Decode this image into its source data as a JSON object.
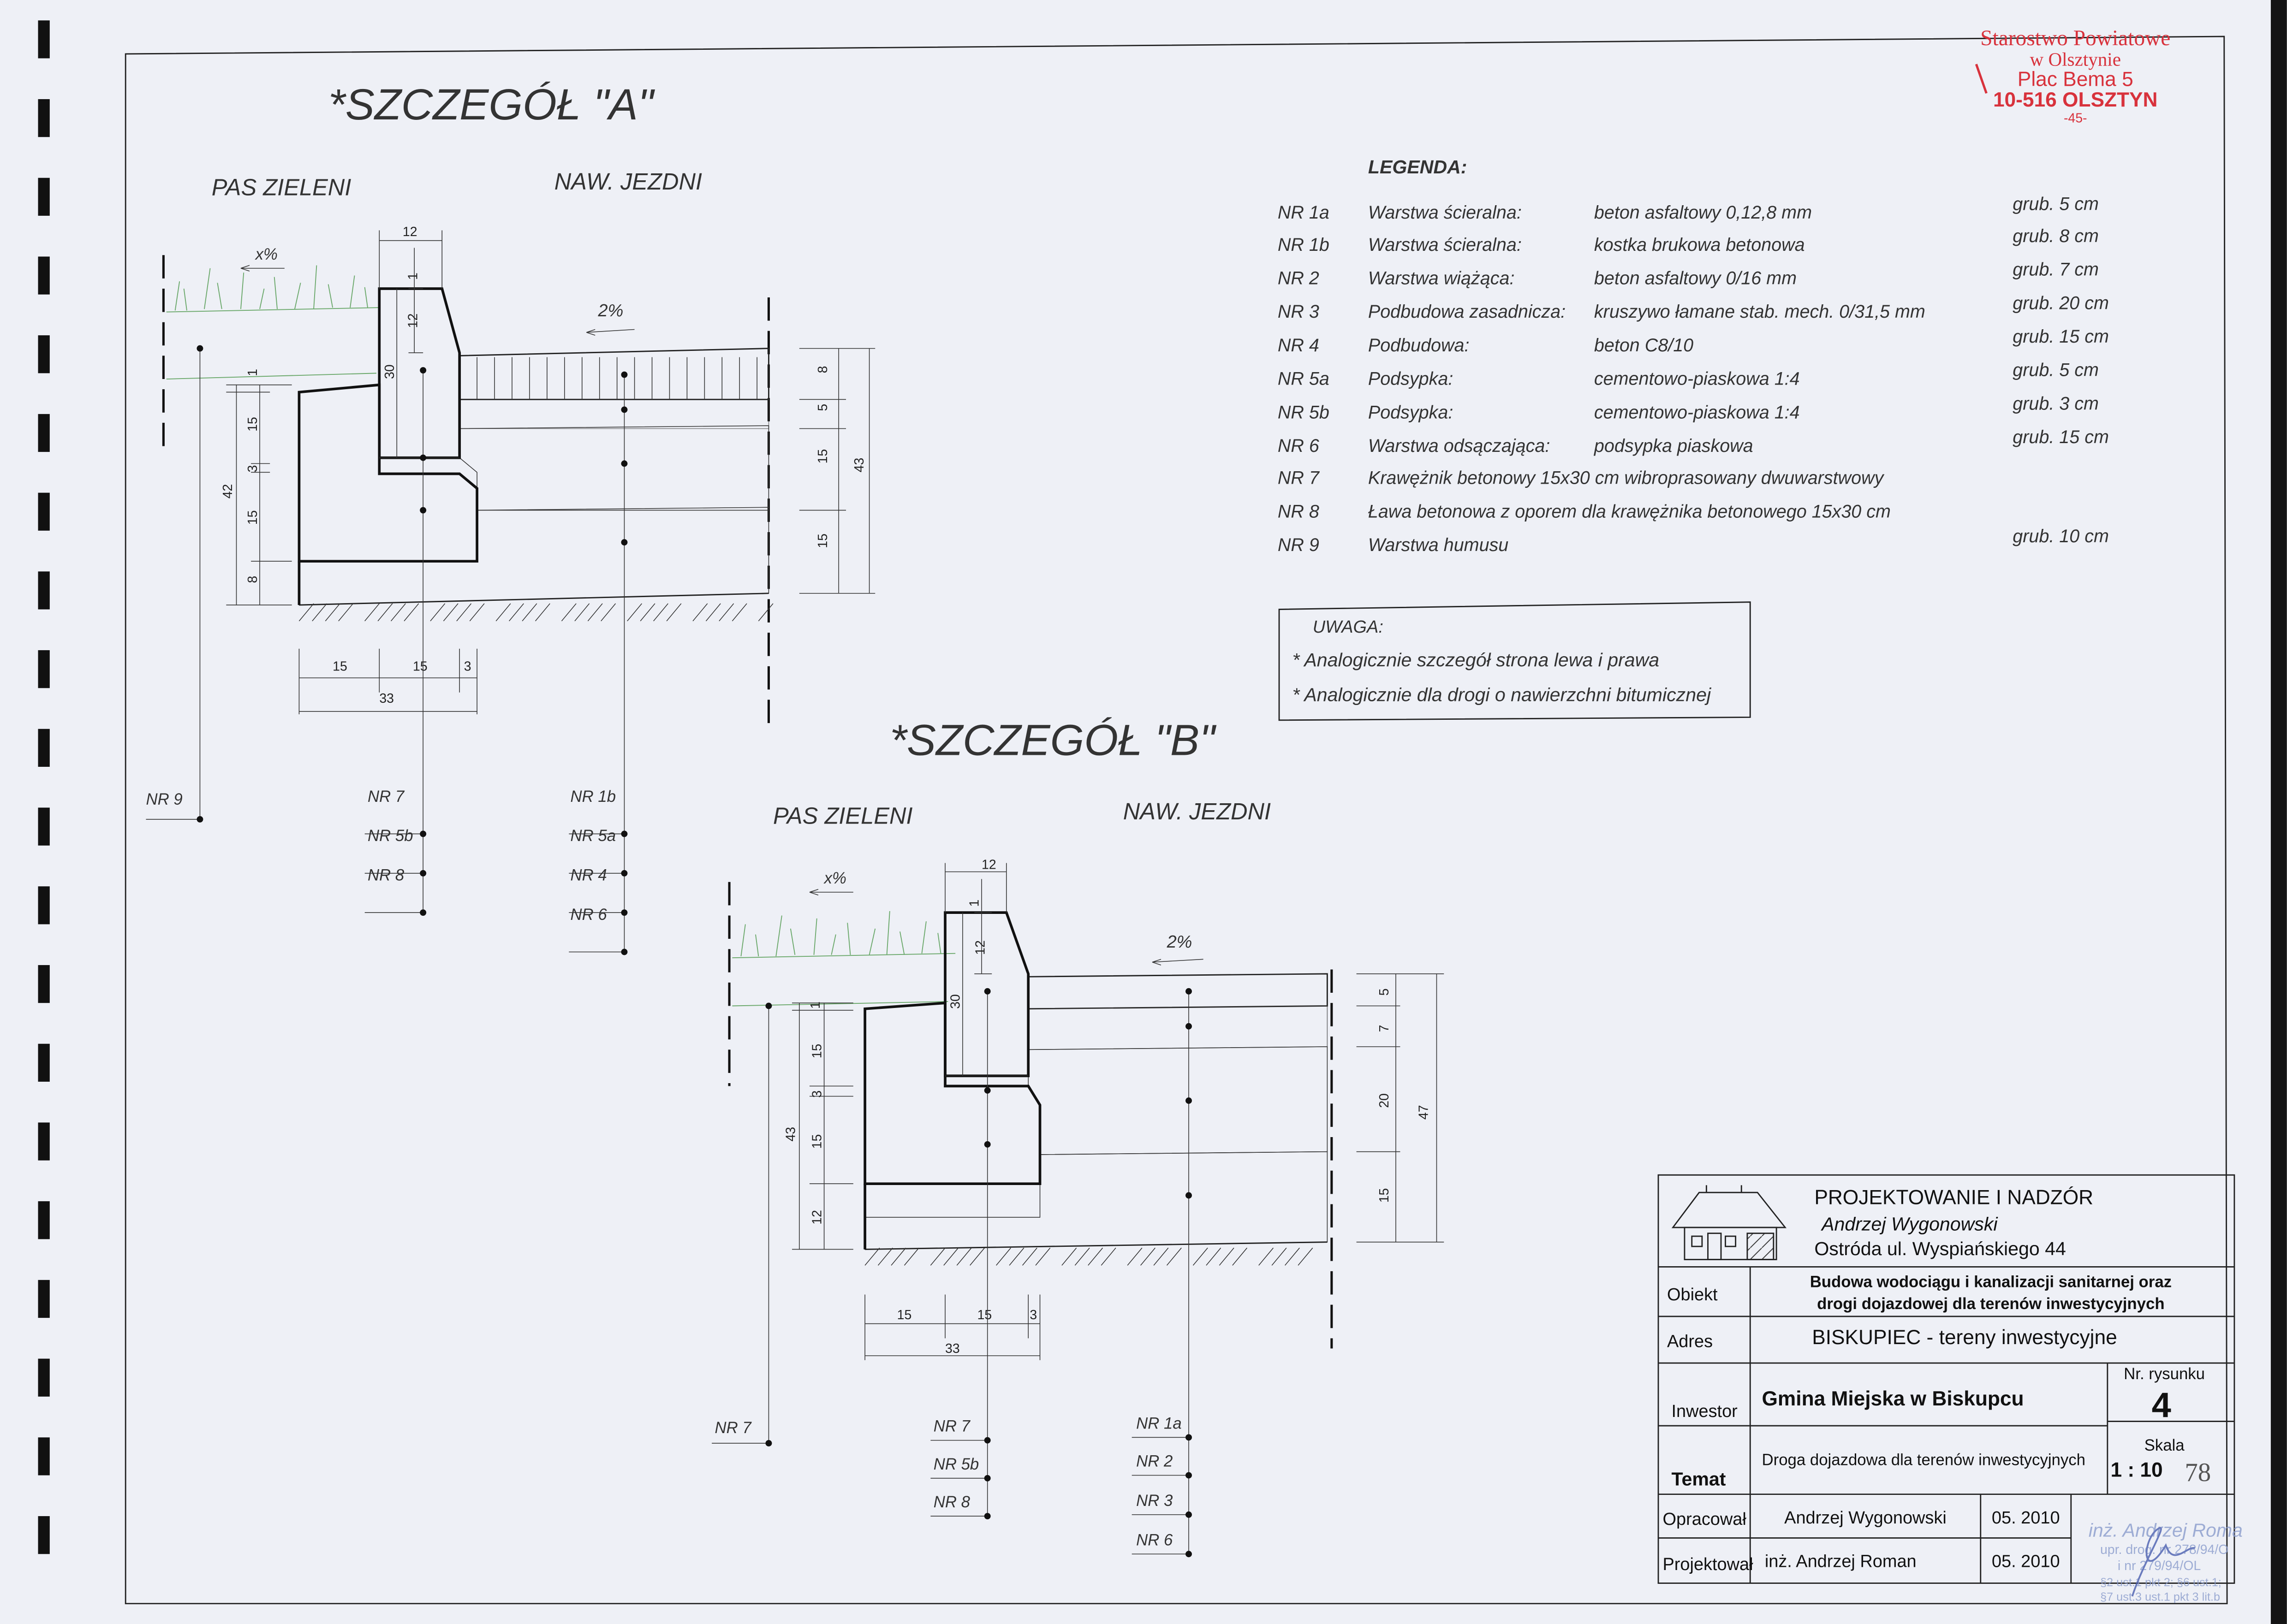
{
  "stamp": {
    "line1": "Starostwo Powiatowe",
    "line2": "w Olsztynie",
    "line3": "Plac Bema 5",
    "line4": "10-516 OLSZTYN",
    "line5": "-45-",
    "color": "#d8323c"
  },
  "detail_a": {
    "title": "*SZCZEGÓŁ \"A\"",
    "left_label": "PAS ZIELENI",
    "right_label": "NAW. JEZDNI",
    "slope_green": "x%",
    "slope_road": "2%",
    "dims": [
      "12",
      "1",
      "12",
      "30",
      "1",
      "15",
      "3",
      "42",
      "15",
      "8",
      "8",
      "5",
      "15",
      "43",
      "15",
      "15",
      "15",
      "3",
      "33"
    ],
    "callout_left": "NR 9",
    "callouts_curb": [
      "NR 7",
      "NR 5b",
      "NR 8"
    ],
    "callouts_road": [
      "NR 1b",
      "NR 5a",
      "NR 4",
      "NR 6"
    ]
  },
  "detail_b": {
    "title": "*SZCZEGÓŁ \"B\"",
    "left_label": "PAS ZIELENI",
    "right_label": "NAW. JEZDNI",
    "slope_green": "x%",
    "slope_road": "2%",
    "dims": [
      "12",
      "1",
      "12",
      "30",
      "1",
      "15",
      "3",
      "43",
      "15",
      "12",
      "5",
      "7",
      "20",
      "47",
      "15",
      "15",
      "15",
      "3",
      "33"
    ],
    "callout_left": "NR 7",
    "callouts_curb": [
      "NR 7",
      "NR 5b",
      "NR 8"
    ],
    "callouts_road": [
      "NR 1a",
      "NR 2",
      "NR 3",
      "NR 6"
    ]
  },
  "legend": {
    "title": "LEGENDA:",
    "rows": [
      {
        "nr": "NR 1a",
        "name": "Warstwa ścieralna:",
        "material": "beton asfaltowy 0,12,8 mm",
        "thickness": "grub. 5 cm"
      },
      {
        "nr": "NR 1b",
        "name": "Warstwa ścieralna:",
        "material": "kostka brukowa betonowa",
        "thickness": "grub. 8 cm"
      },
      {
        "nr": "NR 2",
        "name": "Warstwa wiążąca:",
        "material": "beton asfaltowy 0/16 mm",
        "thickness": "grub. 7 cm"
      },
      {
        "nr": "NR 3",
        "name": "Podbudowa zasadnicza:",
        "material": "kruszywo łamane stab. mech. 0/31,5 mm",
        "thickness": "grub. 20 cm"
      },
      {
        "nr": "NR 4",
        "name": "Podbudowa:",
        "material": "beton C8/10",
        "thickness": "grub. 15 cm"
      },
      {
        "nr": "NR 5a",
        "name": "Podsypka:",
        "material": "cementowo-piaskowa 1:4",
        "thickness": "grub. 5 cm"
      },
      {
        "nr": "NR 5b",
        "name": "Podsypka:",
        "material": "cementowo-piaskowa 1:4",
        "thickness": "grub. 3 cm"
      },
      {
        "nr": "NR 6",
        "name": "Warstwa odsączająca:",
        "material": "podsypka piaskowa",
        "thickness": "grub. 15 cm"
      },
      {
        "nr": "NR 7",
        "name": "Krawężnik betonowy 15x30 cm wibroprasowany dwuwarstwowy",
        "material": "",
        "thickness": ""
      },
      {
        "nr": "NR 8",
        "name": "Ława betonowa z oporem dla krawężnika betonowego 15x30 cm",
        "material": "",
        "thickness": ""
      },
      {
        "nr": "NR 9",
        "name": "Warstwa humusu",
        "material": "",
        "thickness": "grub. 10 cm"
      }
    ]
  },
  "note": {
    "title": "UWAGA:",
    "lines": [
      "* Analogicznie szczegół strona lewa i prawa",
      "* Analogicznie dla drogi o nawierzchni bitumicznej"
    ]
  },
  "title_block": {
    "company": "PROJEKTOWANIE I NADZÓR",
    "owner": "Andrzej Wygonowski",
    "address": "Ostróda ul. Wyspiańskiego 44",
    "obiekt_label": "Obiekt",
    "obiekt_line1": "Budowa wodociągu i kanalizacji sanitarnej oraz",
    "obiekt_line2": "drogi dojazdowej dla terenów inwestycyjnych",
    "adres_label": "Adres",
    "adres": "BISKUPIEC - tereny inwestycyjne",
    "inwestor_label": "Inwestor",
    "inwestor": "Gmina Miejska w Biskupcu",
    "nr_label": "Nr. rysunku",
    "nr": "4",
    "temat_label": "Temat",
    "temat": "Droga dojazdowa dla terenów inwestycyjnych",
    "skala_label": "Skala",
    "skala": "1 : 10",
    "handwritten": "78",
    "opracowal_label": "Opracował",
    "opracowal": "Andrzej Wygonowski",
    "opracowal_date": "05. 2010",
    "projektowal_label": "Projektował",
    "projektowal": "inż. Andrzej Roman",
    "projektowal_date": "05. 2010"
  },
  "signature_stamp": {
    "line1": "inż. Andrzej Roma",
    "line2": "upr. drog. nr 278/94/O",
    "line3": "i nr 279/94/OL",
    "line4": "§2 ust.1 pkt 2; §6 ust.1;",
    "line5": "§7 ust.3 ust.1 pkt 3 lit.b",
    "color": "#8a9ccc"
  }
}
